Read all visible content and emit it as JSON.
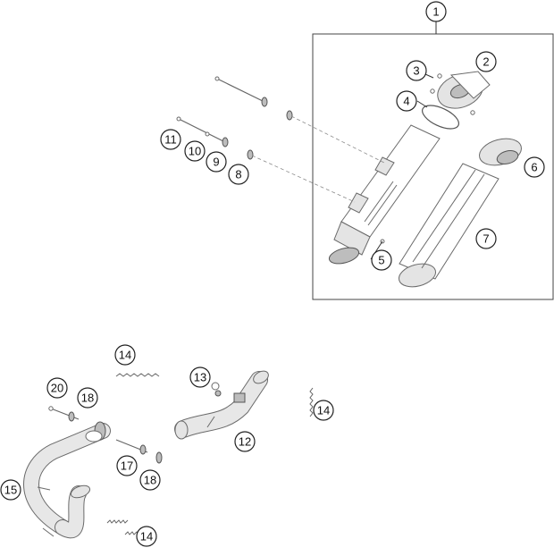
{
  "callouts": [
    "1",
    "2",
    "3",
    "4",
    "5",
    "6",
    "7",
    "8",
    "9",
    "10",
    "11",
    "12",
    "13",
    "14",
    "14",
    "14",
    "15",
    "17",
    "18",
    "18",
    "20"
  ]
}
